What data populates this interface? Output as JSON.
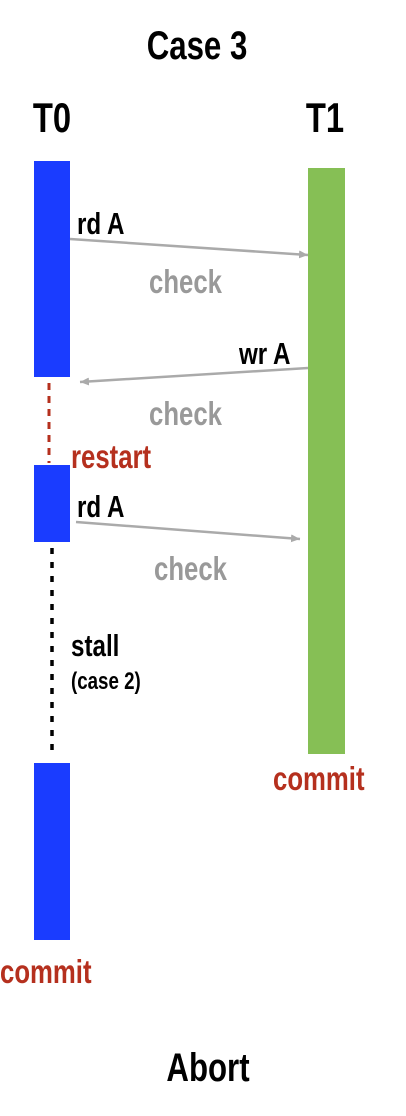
{
  "title": "Case 3",
  "lanes": {
    "t0": "T0",
    "t1": "T1"
  },
  "ops": {
    "rd1": "rd A",
    "wr": "wr A",
    "rd2": "rd A"
  },
  "checks": {
    "c1": "check",
    "c2": "check",
    "c3": "check"
  },
  "labels": {
    "restart": "restart",
    "stall": "stall",
    "stall_note": "(case 2)",
    "commit_t1": "commit",
    "commit_t0": "commit"
  },
  "caption": "Abort",
  "colors": {
    "t0_bar": "#1a3cff",
    "t1_bar": "#86bf55",
    "restart_text": "#b5301e",
    "check_text": "#999999",
    "arrow": "#aaaaaa"
  }
}
